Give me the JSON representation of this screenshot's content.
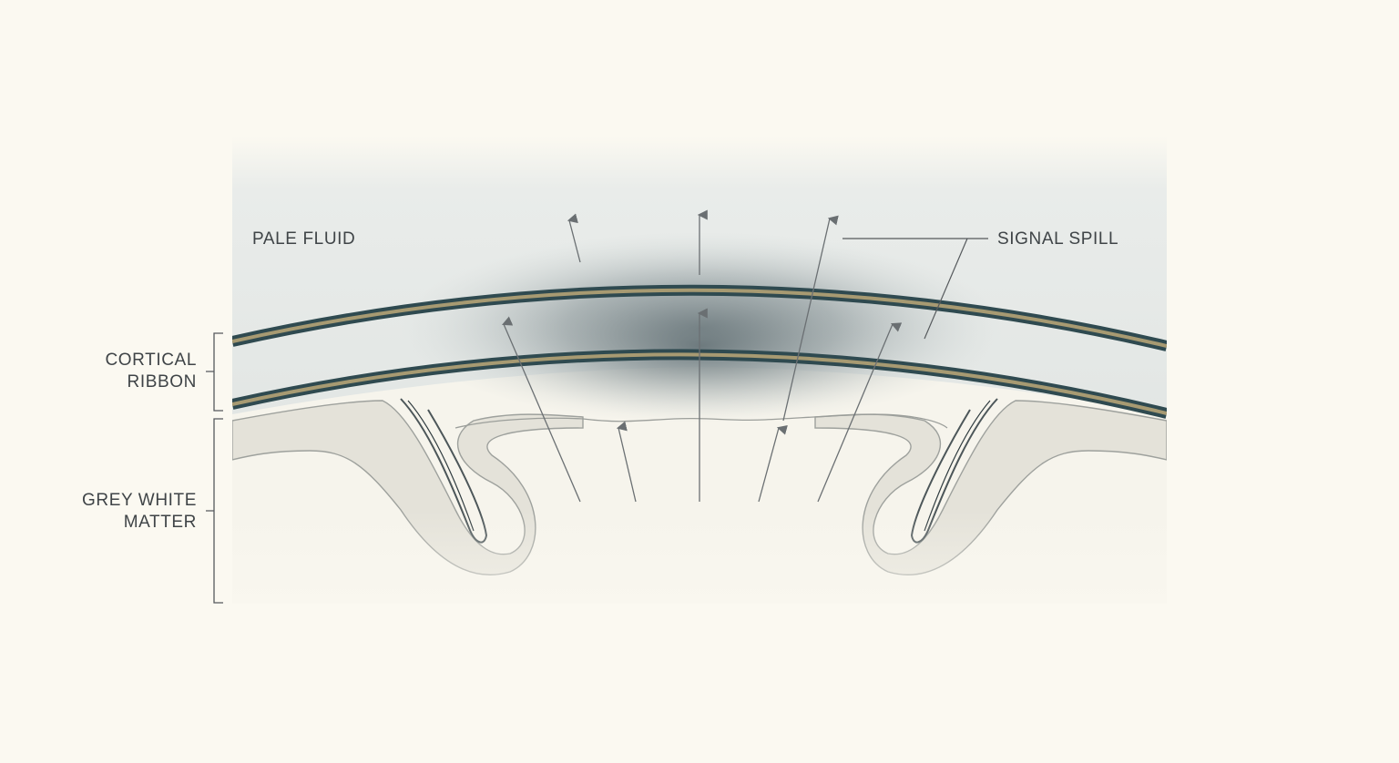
{
  "labels": {
    "pale_fluid": "PALE FLUID",
    "signal_spill": "SIGNAL SPILL",
    "cortical_line1": "CORTICAL",
    "cortical_line2": "RIBBON",
    "grey_line1": "GREY WHITE",
    "grey_line2": "MATTER"
  },
  "colors": {
    "background": "#fbf9f1",
    "fluid": "#e6e9e7",
    "band_outer": "#2f4a50",
    "band_core": "#a79a72",
    "shadow": "#5d6b70",
    "tissue": "#e8e6dd",
    "tissue_edge": "#8b8f8c",
    "arrow": "#5a5f62",
    "label_text": "#3f4447"
  }
}
